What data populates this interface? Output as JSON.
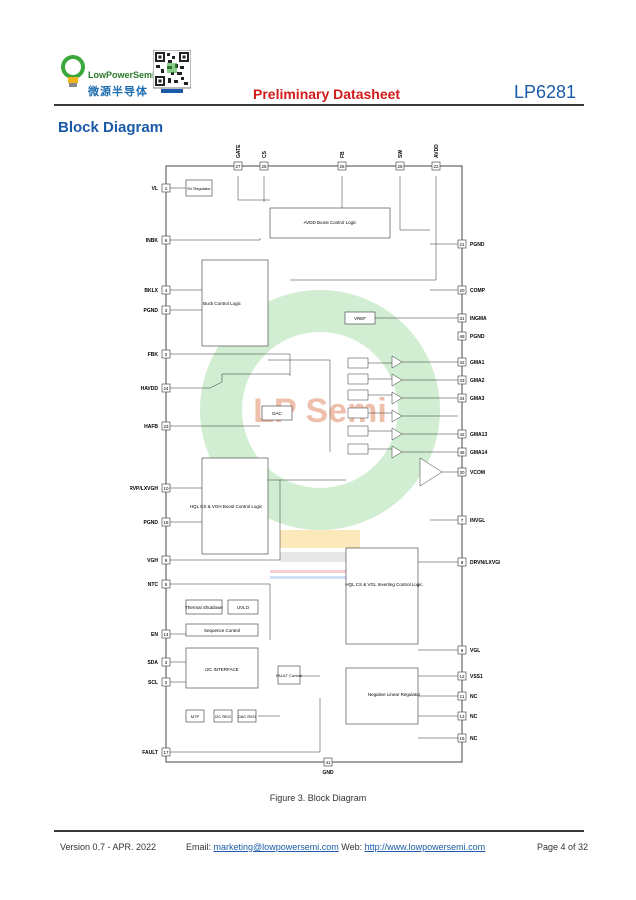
{
  "header": {
    "logo_en": "LowPowerSemi",
    "logo_cn": "微源半导体",
    "doc_status": "Preliminary Datasheet",
    "part_number": "LP6281"
  },
  "section_title": "Block Diagram",
  "diagram": {
    "watermark": "LP Semi",
    "top_pins": [
      {
        "num": "27",
        "name": "GATE"
      },
      {
        "num": "25",
        "name": "CS"
      },
      {
        "num": "26",
        "name": "FB"
      },
      {
        "num": "28",
        "name": "SW"
      },
      {
        "num": "22",
        "name": "AVDD"
      }
    ],
    "left_pins": [
      {
        "num": "1",
        "name": "VL"
      },
      {
        "num": "6",
        "name": "INBK"
      },
      {
        "num": "4",
        "name": "BKLX"
      },
      {
        "num": "3",
        "name": "PGND"
      },
      {
        "num": "2",
        "name": "FBK"
      },
      {
        "num": "24",
        "name": "HAVDD"
      },
      {
        "num": "23",
        "name": "HAFB"
      },
      {
        "num": "10",
        "name": "DRVP/LXVGH"
      },
      {
        "num": "18",
        "name": "PGND"
      },
      {
        "num": "9",
        "name": "VGH"
      },
      {
        "num": "5",
        "name": "NTC"
      },
      {
        "num": "14",
        "name": "EN"
      },
      {
        "num": "3",
        "name": "SDA"
      },
      {
        "num": "2",
        "name": "SCL"
      },
      {
        "num": "17",
        "name": "FAULT"
      }
    ],
    "right_pins": [
      {
        "num": "21",
        "name": "PGND"
      },
      {
        "num": "20",
        "name": "COMP"
      },
      {
        "num": "31",
        "name": "INGMA"
      },
      {
        "num": "48",
        "name": "PGND"
      },
      {
        "num": "32",
        "name": "GMA1"
      },
      {
        "num": "33",
        "name": "GMA2"
      },
      {
        "num": "34",
        "name": "GMA3"
      },
      {
        "num": "42",
        "name": "GMA13"
      },
      {
        "num": "46",
        "name": "GMA14"
      },
      {
        "num": "30",
        "name": "VCOM"
      },
      {
        "num": "7",
        "name": "INVGL"
      },
      {
        "num": "8",
        "name": "DRVN/LXVGL"
      },
      {
        "num": "9",
        "name": "VGL"
      },
      {
        "num": "12",
        "name": "VSS1"
      },
      {
        "num": "11",
        "name": "NC"
      },
      {
        "num": "13",
        "name": "NC"
      },
      {
        "num": "15",
        "name": "NC"
      }
    ],
    "bottom_pin": {
      "num": "41",
      "name": "GND"
    },
    "blocks": {
      "regulator": "5V Regulator",
      "avdd_logic": "AVDD Boost Control Logic",
      "buck_logic": "Buck Control Logic",
      "vref": "VREF",
      "vgh_logic": "HQL CS & VGH Boost Control Logic",
      "vgl_logic": "HQL CS & VGL Inverting Control Logic",
      "thermal": "Thermal Shutdown",
      "uvlo": "UVLO",
      "sequence": "Sequence Control",
      "i2c": "I2C INTERFACE",
      "fault_ctrl": "FAULT Control",
      "mtp": "MTP",
      "i2c_reg": "I2C REG",
      "dac_reg": "DAC REG",
      "neg_reg": "Negative Linear Regulator",
      "dac": "DAC"
    }
  },
  "caption": "Figure 3. Block Diagram",
  "footer": {
    "version": "Version 0.7 - APR. 2022",
    "email_label": "Email:",
    "email": "marketing@lowpowersemi.com",
    "web_label": "Web:",
    "web": "http://www.lowpowersemi.com",
    "page": "Page 4 of 32"
  }
}
